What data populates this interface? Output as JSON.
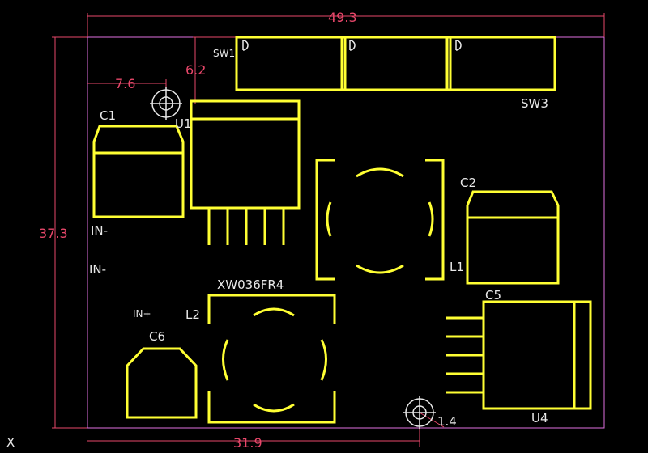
{
  "dimensions": {
    "width_total": "49.3",
    "height_total": "37.3",
    "left_offset": "7.6",
    "top_offset": "6.2",
    "bottom_offset": "31.9",
    "hole_offset": "1.4"
  },
  "components": {
    "sw1": "SW1",
    "sw3": "SW3",
    "c1": "C1",
    "u1": "U1",
    "c2": "C2",
    "l1": "L1",
    "c5": "C5",
    "u4": "U4",
    "l2": "L2",
    "c6": "C6",
    "part_number": "XW036FR4",
    "in_minus_1": "IN-",
    "in_minus_2": "IN-",
    "in_plus": "IN+"
  },
  "corner_label": "X",
  "colors": {
    "silkscreen": "#ffff33",
    "dimension": "#e8476a",
    "board_outline": "#e070e0",
    "label": "#e8e8e8"
  }
}
